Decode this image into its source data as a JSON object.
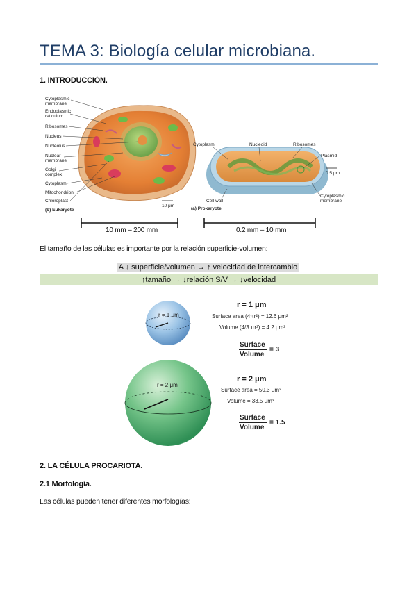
{
  "title": "TEMA 3: Biología celular microbiana.",
  "section1": "1. INTRODUCCIÓN.",
  "cells": {
    "eukaryote_labels": [
      "Cytoplasmic membrane",
      "Endoplasmic reticulum",
      "Ribosomes",
      "Nucleus",
      "Nucleolus",
      "Nuclear membrane",
      "Golgi complex",
      "Cytoplasm",
      "Mitochondrion",
      "Chloroplast"
    ],
    "eukaryote_caption": "(b) Eukaryote",
    "eukaryote_scale": "10 μm",
    "prokaryote_labels": [
      "Cytoplasm",
      "Nucleoid",
      "Ribosomes",
      "Plasmid",
      "Cell wall",
      "Cytoplasmic membrane"
    ],
    "prokaryote_caption": "(a) Prokaryote",
    "prokaryote_scale": "0.5 μm",
    "range_eukaryote": "10 mm – 200 mm",
    "range_prokaryote": "0.2 mm – 10 mm"
  },
  "paragraph1": "El tamaño de las células es importante por la relación superficie-volumen:",
  "formula1": "A ↓ superficie/volumen → ↑ velocidad de intercambio",
  "formula2": "↑tamaño → ↓relación S/V → ↓velocidad",
  "spheres": {
    "small": {
      "radius_label": "r = 1 μm",
      "heading": "r = 1 μm",
      "surface": "Surface area (4πr²) = 12.6 μm²",
      "volume": "Volume (4/3 πr³) = 4.2 μm³",
      "ratio_top": "Surface",
      "ratio_bottom": "Volume",
      "ratio_value": "= 3"
    },
    "large": {
      "radius_label": "r = 2 μm",
      "heading": "r = 2 μm",
      "surface": "Surface area = 50.3 μm²",
      "volume": "Volume = 33.5 μm³",
      "ratio_top": "Surface",
      "ratio_bottom": "Volume",
      "ratio_value": "= 1.5"
    }
  },
  "section2": "2. LA CÉLULA PROCARIOTA.",
  "section21": "2.1 Morfología.",
  "paragraph2": "Las células pueden tener diferentes morfologías:"
}
